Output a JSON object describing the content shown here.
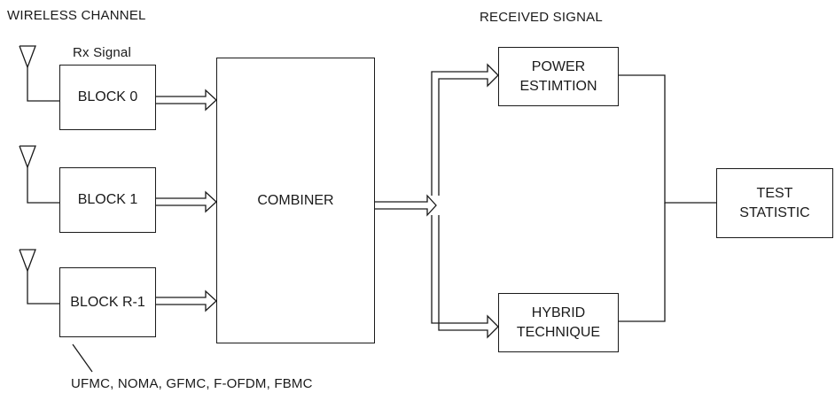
{
  "headers": {
    "wireless_channel": "WIRELESS CHANNEL",
    "received_signal": "RECEIVED SIGNAL",
    "rx_signal": "Rx Signal"
  },
  "blocks": [
    "BLOCK 0",
    "BLOCK 1",
    "BLOCK R-1"
  ],
  "combiner": "COMBINER",
  "power": {
    "line1": "POWER",
    "line2": "ESTIMTION"
  },
  "hybrid": {
    "line1": "HYBRID",
    "line2": "TECHNIQUE"
  },
  "test": {
    "line1": "TEST",
    "line2": "STATISTIC"
  },
  "waveforms": "UFMC, NOMA, GFMC, F-OFDM, FBMC"
}
